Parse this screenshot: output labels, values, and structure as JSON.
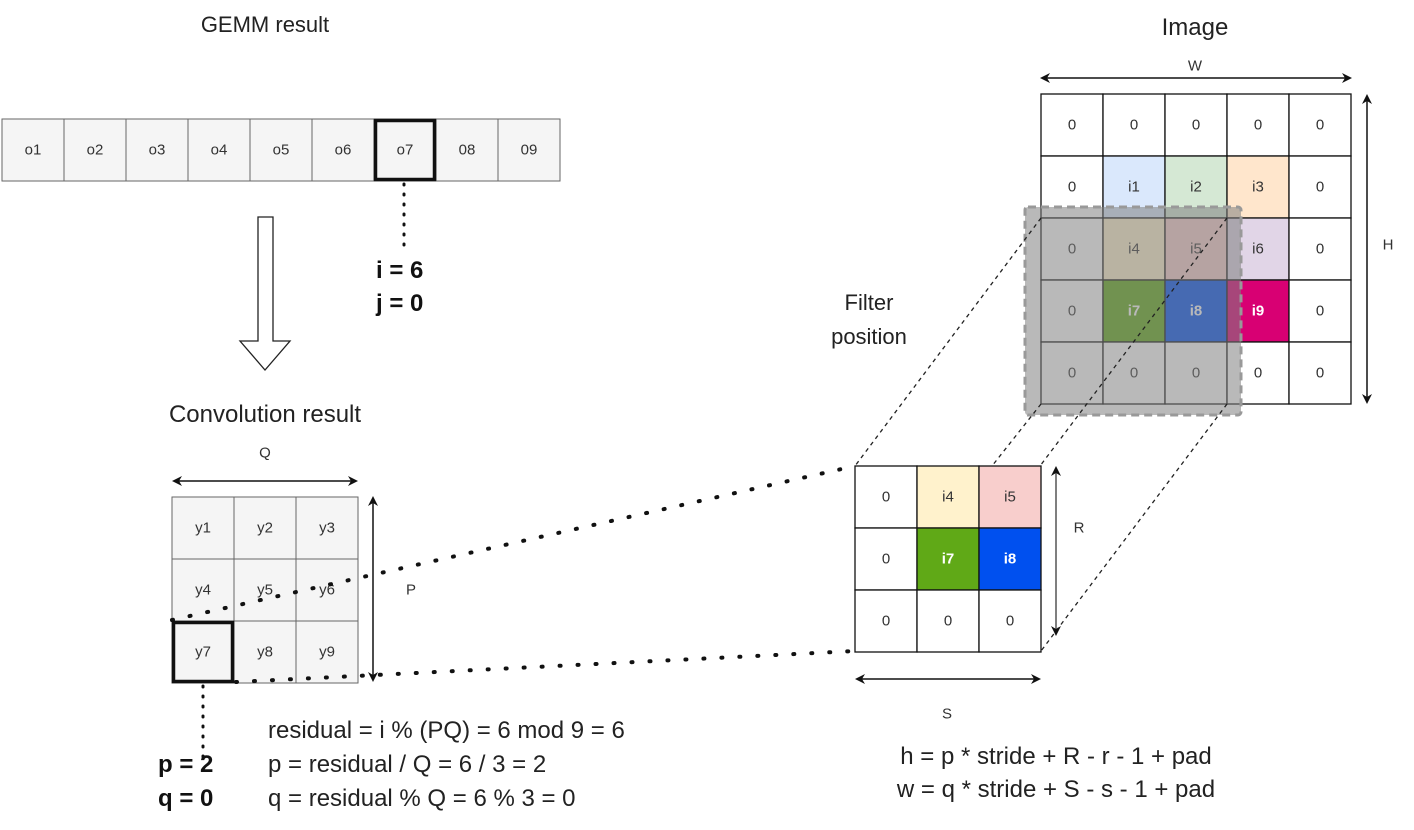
{
  "gemm": {
    "title": "GEMM result",
    "cells": [
      "o1",
      "o2",
      "o3",
      "o4",
      "o5",
      "o6",
      "o7",
      "08",
      "09"
    ],
    "highlight_index": 6,
    "i_label": "i = 6",
    "j_label": "j = 0"
  },
  "convolution": {
    "title": "Convolution result",
    "q_label": "Q",
    "p_label": "P",
    "cells": [
      [
        "y1",
        "y2",
        "y3"
      ],
      [
        "y4",
        "y5",
        "y6"
      ],
      [
        "y7",
        "y8",
        "y9"
      ]
    ],
    "highlight": [
      2,
      0
    ],
    "p_value": "p = 2",
    "q_value": "q = 0",
    "formulas": [
      "residual = i % (PQ) = 6 mod 9 = 6",
      "p = residual / Q = 6 / 3 = 2",
      "q = residual % Q = 6 % 3 = 0"
    ]
  },
  "image": {
    "title": "Image",
    "w_label": "W",
    "h_label": "H",
    "cells": [
      [
        "0",
        "0",
        "0",
        "0",
        "0"
      ],
      [
        "0",
        "i1",
        "i2",
        "i3",
        "0"
      ],
      [
        "0",
        "i4",
        "i5",
        "i6",
        "0"
      ],
      [
        "0",
        "i7",
        "i8",
        "i9",
        "0"
      ],
      [
        "0",
        "0",
        "0",
        "0",
        "0"
      ]
    ],
    "colors": [
      [
        "#ffffff",
        "#ffffff",
        "#ffffff",
        "#ffffff",
        "#ffffff"
      ],
      [
        "#ffffff",
        "#dae8fc",
        "#d5e8d4",
        "#ffe6cc",
        "#ffffff"
      ],
      [
        "#ffffff",
        "#fff2cc",
        "#f8cecc",
        "#e1d5e7",
        "#ffffff"
      ],
      [
        "#ffffff",
        "#60a917",
        "#0050ef",
        "#d80073",
        "#ffffff"
      ],
      [
        "#ffffff",
        "#ffffff",
        "#ffffff",
        "#ffffff",
        "#ffffff"
      ]
    ],
    "white_text": [
      [
        3,
        1
      ],
      [
        3,
        2
      ],
      [
        3,
        3
      ]
    ]
  },
  "filter": {
    "label_line1": "Filter",
    "label_line2": "position",
    "r_label": "R",
    "s_label": "S",
    "cells": [
      [
        "0",
        "i4",
        "i5"
      ],
      [
        "0",
        "i7",
        "i8"
      ],
      [
        "0",
        "0",
        "0"
      ]
    ],
    "colors": [
      [
        "#ffffff",
        "#fff2cc",
        "#f8cecc"
      ],
      [
        "#ffffff",
        "#60a917",
        "#0050ef"
      ],
      [
        "#ffffff",
        "#ffffff",
        "#ffffff"
      ]
    ],
    "formulas": [
      "h = p * stride + R - r - 1 + pad",
      "w = q * stride + S - s - 1 + pad"
    ]
  }
}
